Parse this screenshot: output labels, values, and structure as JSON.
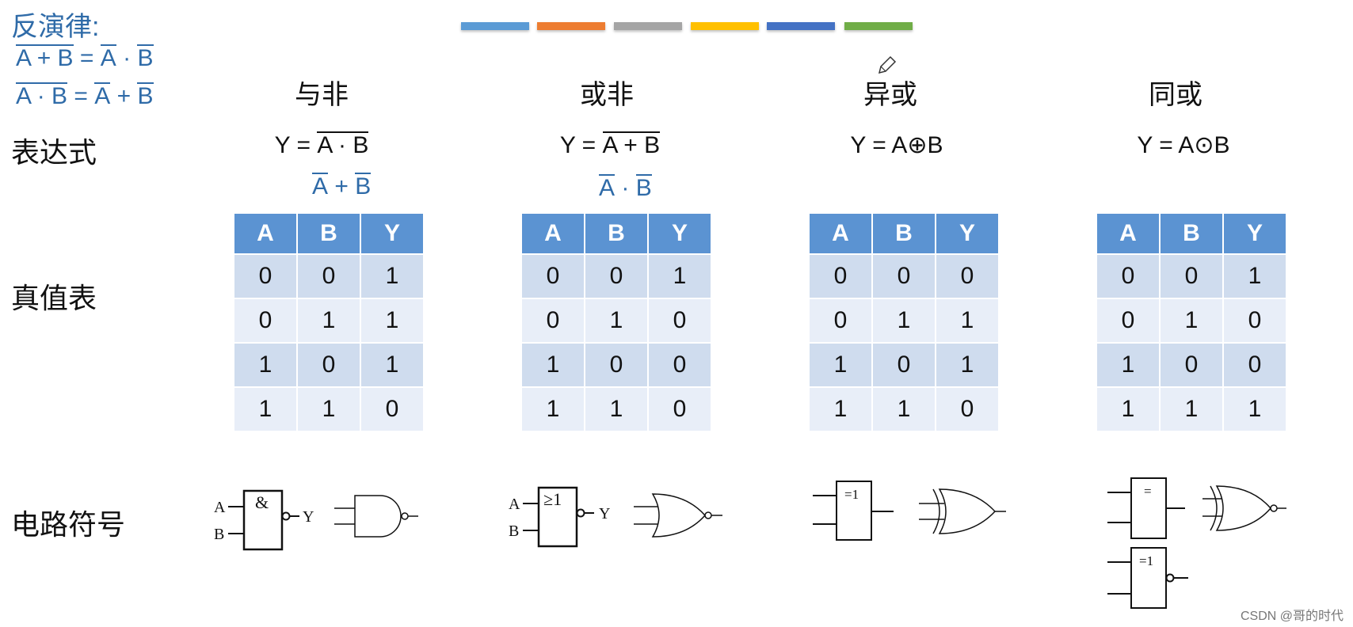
{
  "law": {
    "title": "反演律:",
    "line1": {
      "lhs_over": "A + B",
      "eq": "=",
      "a": "A",
      "dot": "·",
      "b": "B"
    },
    "line2": {
      "lhs_over": "A · B",
      "eq": "=",
      "a": "A",
      "plus": "+",
      "b": "B"
    }
  },
  "colorbar": [
    "#5b9bd5",
    "#ed7d31",
    "#a5a5a5",
    "#ffc000",
    "#4472c4",
    "#70ad47"
  ],
  "row_labels": {
    "expression": "表达式",
    "truth_table": "真值表",
    "symbol": "电路符号"
  },
  "gates": [
    {
      "title": "与非",
      "expr": {
        "prefix": "Y =",
        "over": "A · B"
      },
      "alt": {
        "a": "A",
        "op": "+",
        "b": "B"
      },
      "table": {
        "headers": [
          "A",
          "B",
          "Y"
        ],
        "rows": [
          [
            "0",
            "0",
            "1"
          ],
          [
            "0",
            "1",
            "1"
          ],
          [
            "1",
            "0",
            "1"
          ],
          [
            "1",
            "1",
            "0"
          ]
        ]
      },
      "symbol": {
        "box": "&",
        "in_a": "A",
        "in_b": "B",
        "out": "Y"
      }
    },
    {
      "title": "或非",
      "expr": {
        "prefix": "Y =",
        "over": "A + B"
      },
      "alt": {
        "a": "A",
        "op": "·",
        "b": "B"
      },
      "table": {
        "headers": [
          "A",
          "B",
          "Y"
        ],
        "rows": [
          [
            "0",
            "0",
            "1"
          ],
          [
            "0",
            "1",
            "0"
          ],
          [
            "1",
            "0",
            "0"
          ],
          [
            "1",
            "1",
            "0"
          ]
        ]
      },
      "symbol": {
        "box": "≥1",
        "in_a": "A",
        "in_b": "B",
        "out": "Y"
      }
    },
    {
      "title": "异或",
      "expr": {
        "full": "Y = A⊕B"
      },
      "table": {
        "headers": [
          "A",
          "B",
          "Y"
        ],
        "rows": [
          [
            "0",
            "0",
            "0"
          ],
          [
            "0",
            "1",
            "1"
          ],
          [
            "1",
            "0",
            "1"
          ],
          [
            "1",
            "1",
            "0"
          ]
        ]
      },
      "symbol": {
        "box": "=1"
      }
    },
    {
      "title": "同或",
      "expr": {
        "full": "Y = A⊙B"
      },
      "table": {
        "headers": [
          "A",
          "B",
          "Y"
        ],
        "rows": [
          [
            "0",
            "0",
            "1"
          ],
          [
            "0",
            "1",
            "0"
          ],
          [
            "1",
            "0",
            "0"
          ],
          [
            "1",
            "1",
            "1"
          ]
        ]
      },
      "symbol": {
        "box": "=",
        "box2": "=1"
      }
    }
  ],
  "credit": "CSDN @哥的时代"
}
